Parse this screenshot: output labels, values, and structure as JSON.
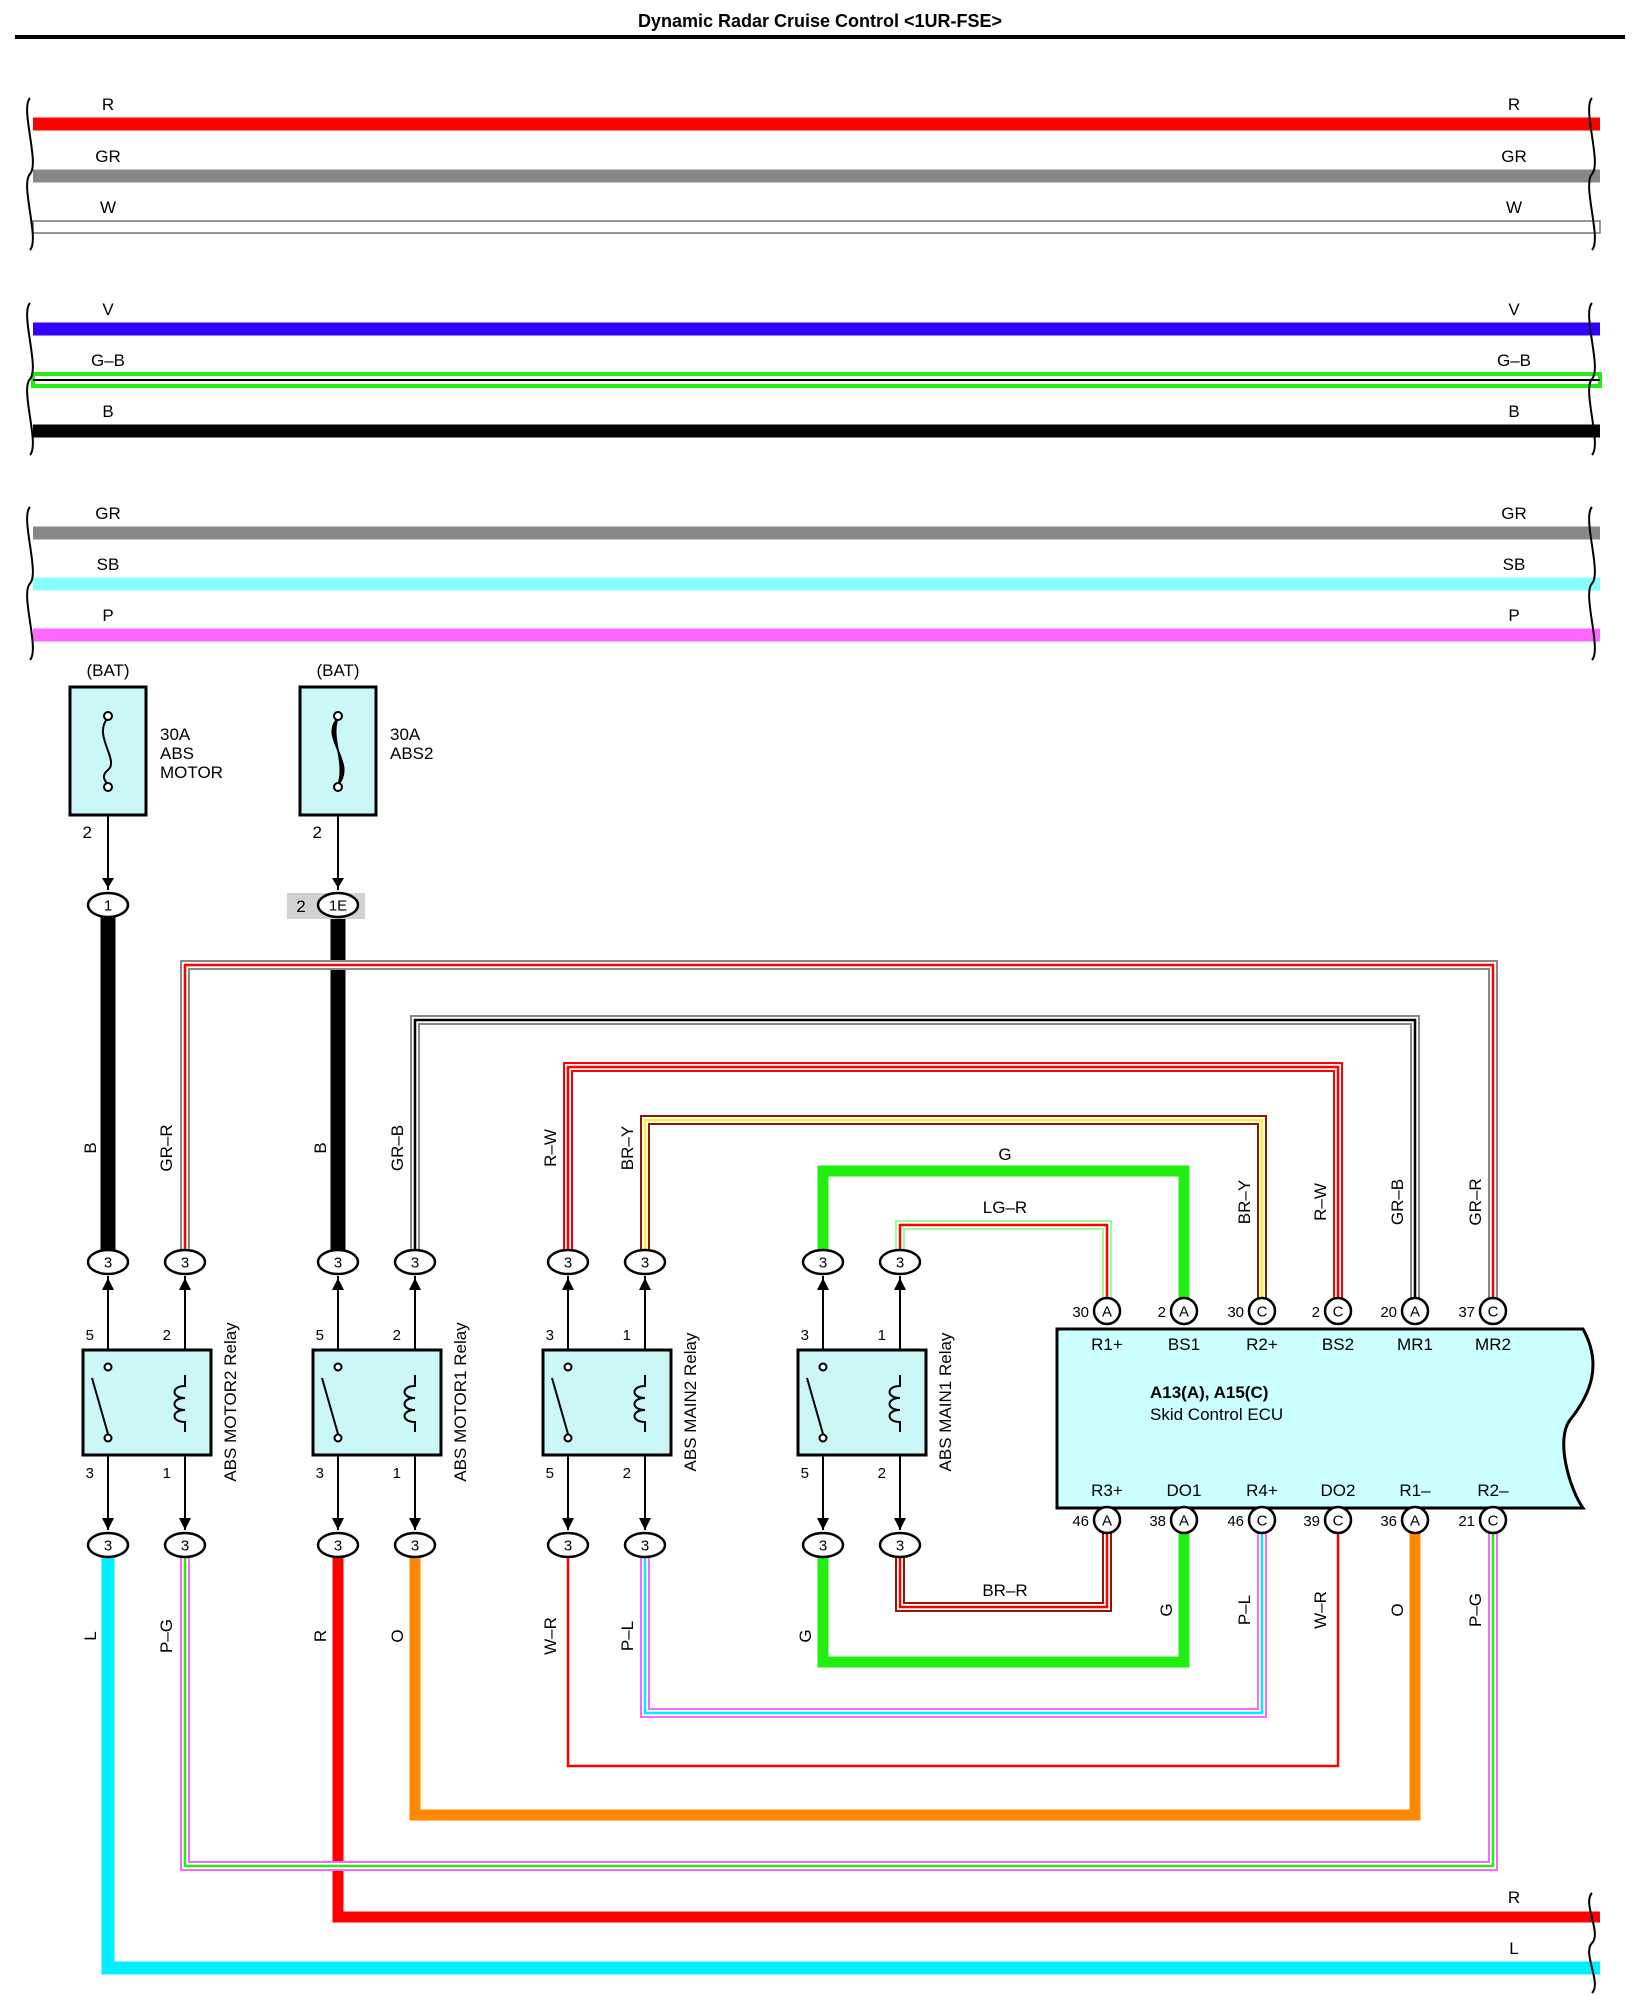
{
  "title": "Dynamic Radar Cruise Control <1UR-FSE>",
  "colors": {
    "R": "#ff0000",
    "GR": "#888888",
    "W": "#ffffff",
    "V": "#3300ff",
    "G": "#22ee11",
    "B": "#000000",
    "SB": "#88ffff",
    "P": "#ff66ff",
    "L": "#00eeff",
    "O": "#ff8800",
    "BR": "#8b1a00",
    "Y": "#ffee33",
    "LG": "#99ff99",
    "ecu_fill": "#ccffff",
    "relay_fill": "#ccf7f7"
  },
  "top_wires": [
    {
      "label": "R"
    },
    {
      "label": "GR"
    },
    {
      "label": "W"
    },
    {
      "label": "V"
    },
    {
      "label": "G–B"
    },
    {
      "label": "B"
    },
    {
      "label": "GR"
    },
    {
      "label": "SB"
    },
    {
      "label": "P"
    }
  ],
  "fuses": [
    {
      "source": "(BAT)",
      "line1": "30A",
      "line2": "ABS",
      "line3": "MOTOR",
      "pin": "2",
      "connector": "1"
    },
    {
      "source": "(BAT)",
      "line1": "30A",
      "line2": "ABS2",
      "line3": "",
      "pin": "2",
      "connector": "1E"
    }
  ],
  "relays": [
    {
      "name": "ABS MOTOR2 Relay",
      "pins": [
        "5",
        "2",
        "3",
        "1"
      ]
    },
    {
      "name": "ABS MOTOR1 Relay",
      "pins": [
        "5",
        "2",
        "3",
        "1"
      ]
    },
    {
      "name": "ABS MAIN2 Relay",
      "pins": [
        "3",
        "1",
        "5",
        "2"
      ]
    },
    {
      "name": "ABS MAIN1 Relay",
      "pins": [
        "3",
        "1",
        "5",
        "2"
      ]
    }
  ],
  "relay_connector": "3",
  "ecu": {
    "id": "A13(A), A15(C)",
    "name": "Skid Control ECU",
    "top_pins": [
      {
        "num": "30",
        "conn": "A",
        "term": "R1+"
      },
      {
        "num": "2",
        "conn": "A",
        "term": "BS1"
      },
      {
        "num": "30",
        "conn": "C",
        "term": "R2+"
      },
      {
        "num": "2",
        "conn": "C",
        "term": "BS2"
      },
      {
        "num": "20",
        "conn": "A",
        "term": "MR1"
      },
      {
        "num": "37",
        "conn": "C",
        "term": "MR2"
      }
    ],
    "bottom_pins": [
      {
        "num": "46",
        "conn": "A",
        "term": "R3+"
      },
      {
        "num": "38",
        "conn": "A",
        "term": "DO1"
      },
      {
        "num": "46",
        "conn": "C",
        "term": "R4+"
      },
      {
        "num": "39",
        "conn": "C",
        "term": "DO2"
      },
      {
        "num": "36",
        "conn": "A",
        "term": "R1–"
      },
      {
        "num": "21",
        "conn": "C",
        "term": "R2–"
      }
    ]
  },
  "wire_labels": {
    "b1": "B",
    "grr1": "GR–R",
    "b2": "B",
    "grb1": "GR–B",
    "rw1": "R–W",
    "bry1": "BR–Y",
    "g_top": "G",
    "lgr": "LG–R",
    "bry2": "BR–Y",
    "rw2": "R–W",
    "grb2": "GR–B",
    "grr2": "GR–R",
    "l": "L",
    "pg1": "P–G",
    "r": "R",
    "o1": "O",
    "wr1": "W–R",
    "pl1": "P–L",
    "g_low": "G",
    "brr": "BR–R",
    "g_ecu": "G",
    "pl2": "P–L",
    "wr2": "W–R",
    "o2": "O",
    "pg2": "P–G",
    "r_right": "R",
    "l_right": "L"
  }
}
